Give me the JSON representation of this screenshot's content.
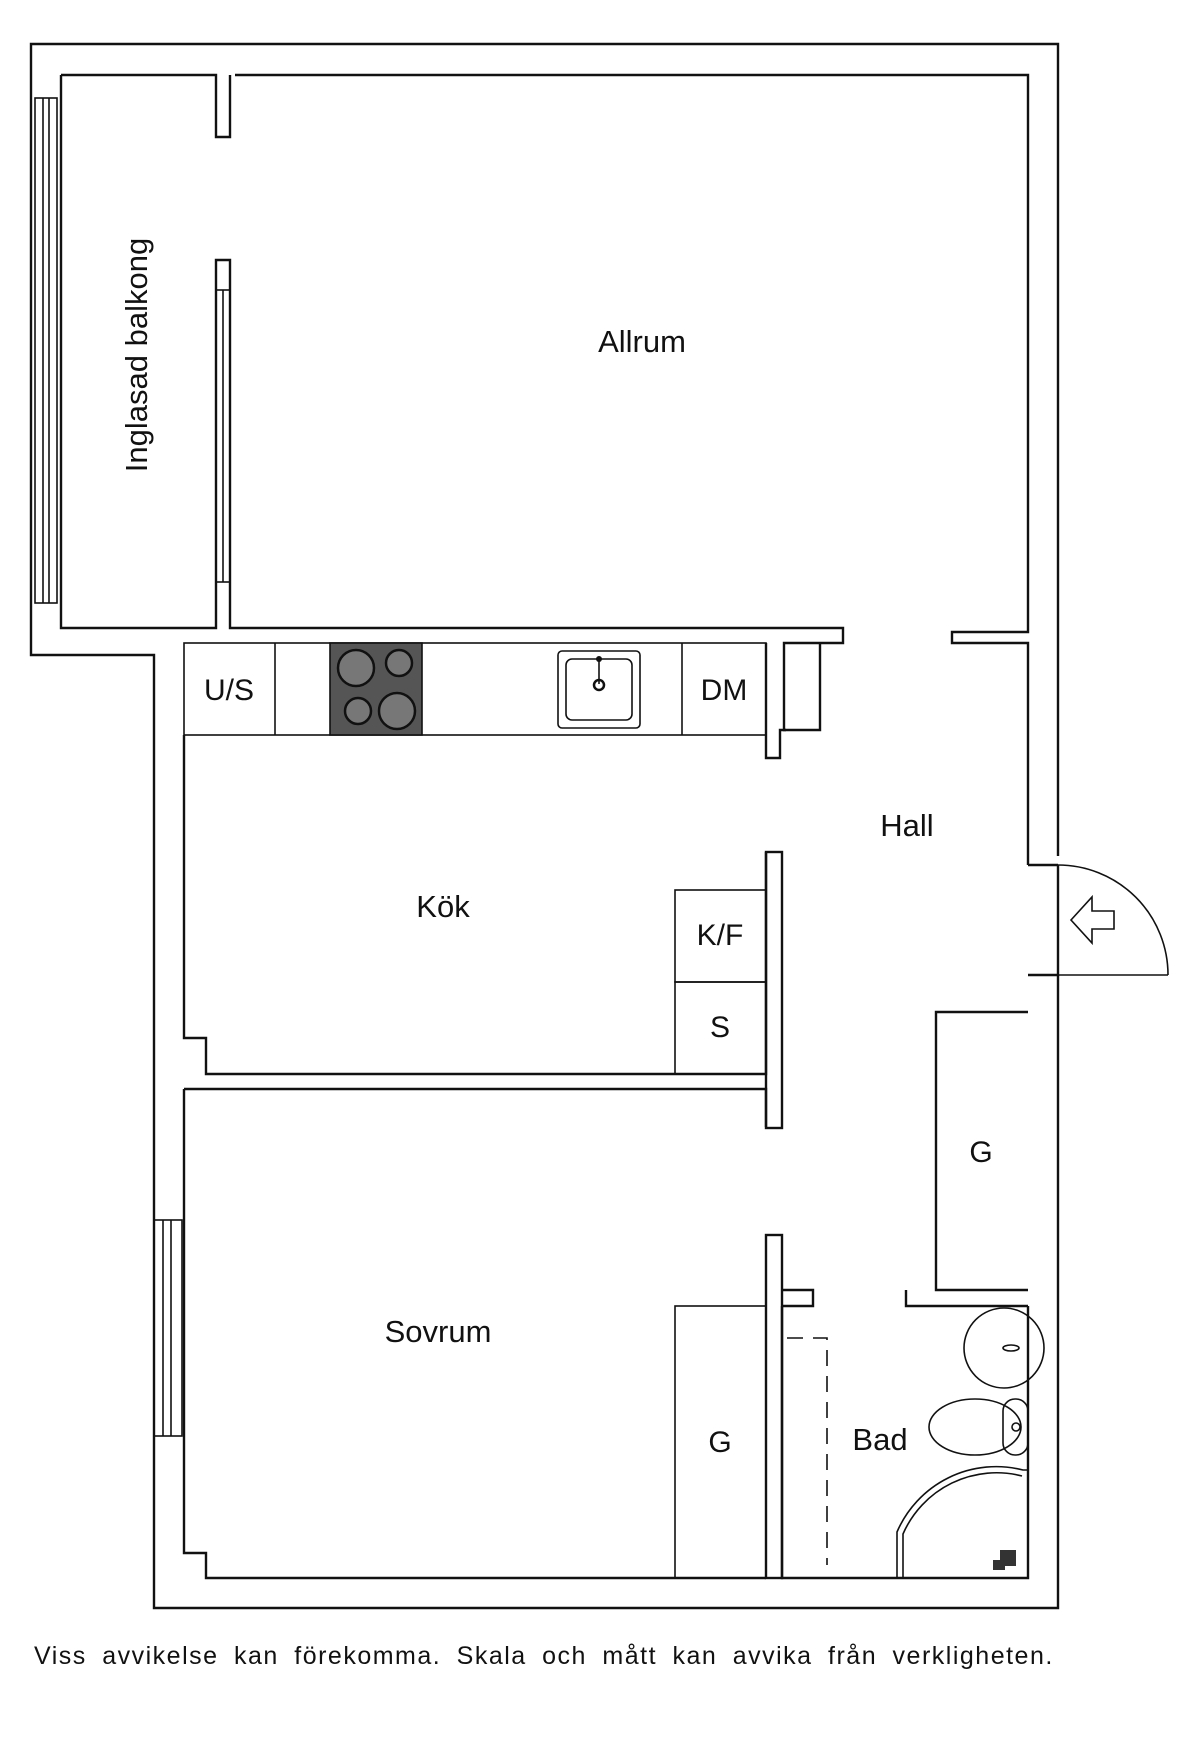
{
  "rooms": {
    "allrum": "Allrum",
    "balkong": "Inglasad balkong",
    "kok": "Kök",
    "hall": "Hall",
    "sovrum": "Sovrum",
    "bad": "Bad"
  },
  "fixtures": {
    "us": "U/S",
    "dm": "DM",
    "kf": "K/F",
    "s": "S",
    "g_hall": "G",
    "g_sovrum": "G"
  },
  "disclaimer": "Viss avvikelse kan förekomma. Skala och mått kan avvika från verkligheten.",
  "colors": {
    "wall": "#111111",
    "stove": "#555555",
    "background": "#ffffff"
  }
}
